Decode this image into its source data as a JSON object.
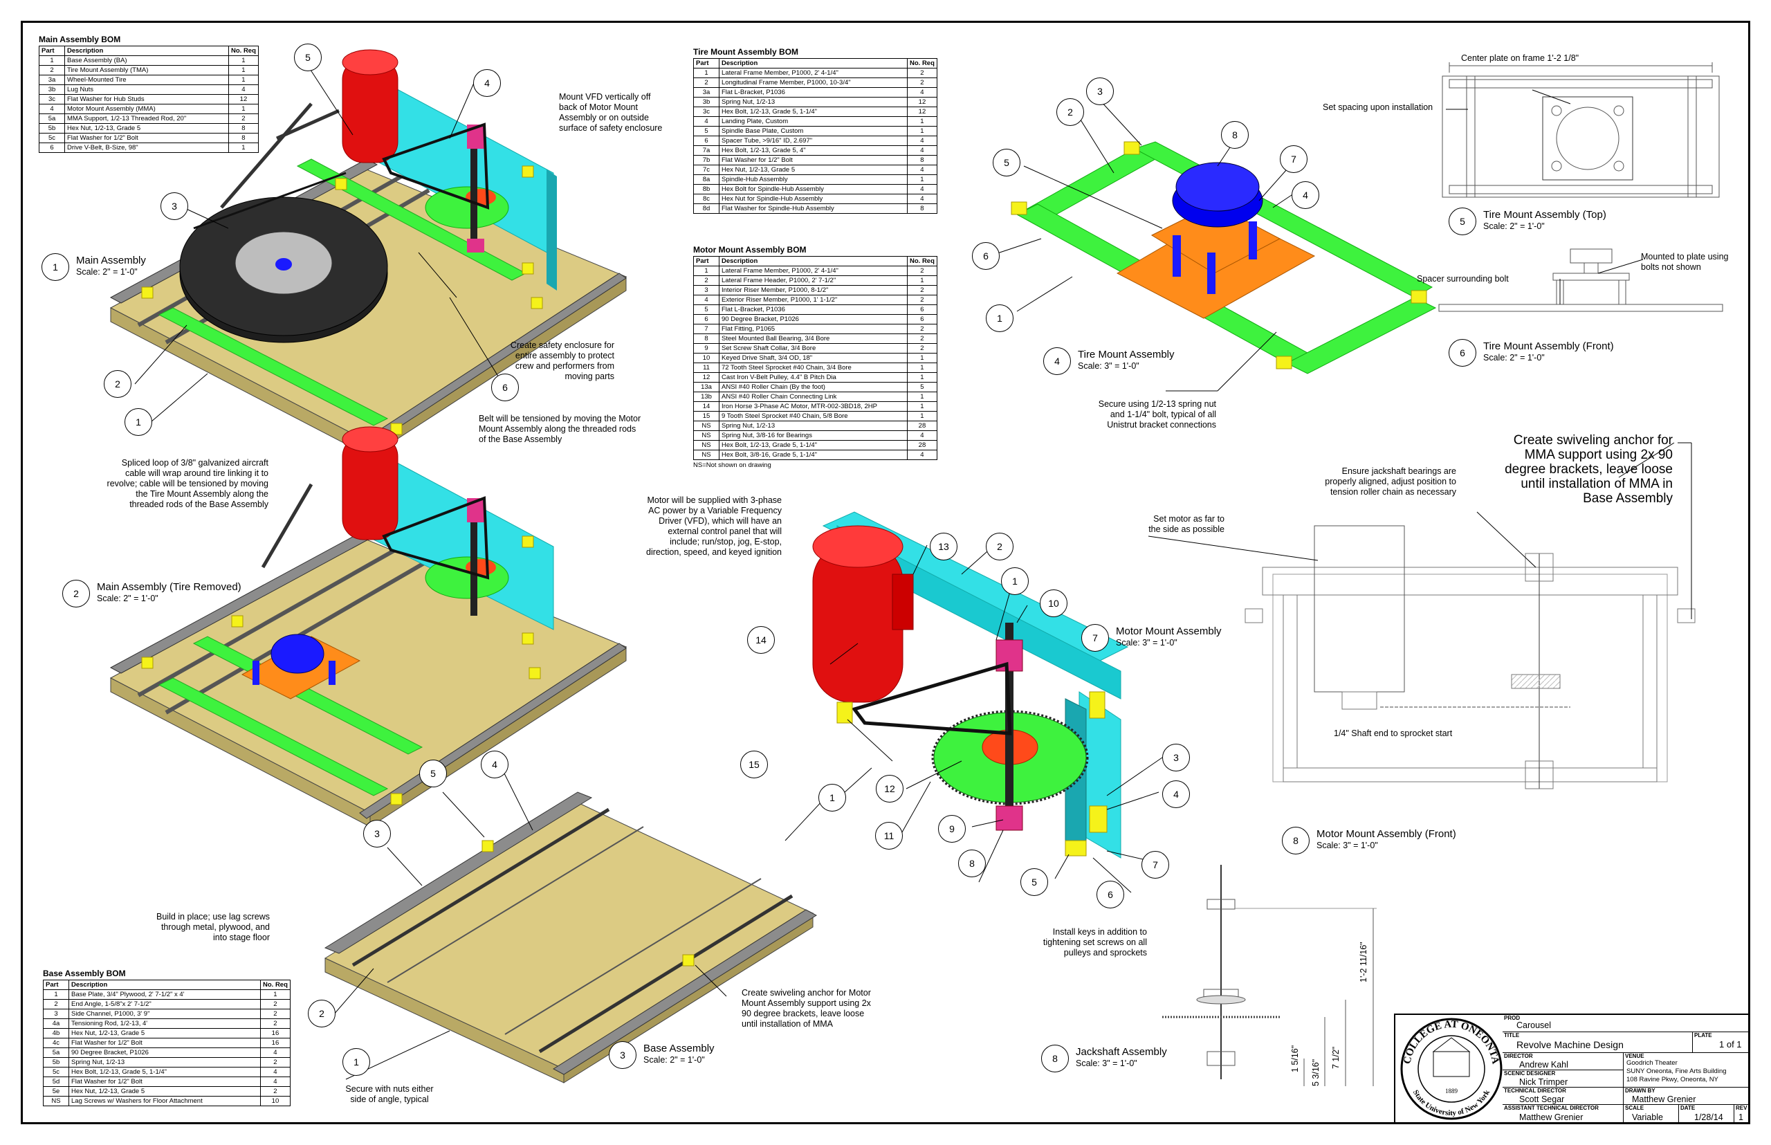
{
  "main_bom": {
    "title": "Main Assembly BOM",
    "headers": [
      "Part",
      "Description",
      "No. Req"
    ],
    "rows": [
      [
        "1",
        "Base Assembly (BA)",
        "1"
      ],
      [
        "2",
        "Tire Mount Assembly (TMA)",
        "1"
      ],
      [
        "3a",
        "Wheel-Mounted Tire",
        "1"
      ],
      [
        "3b",
        "Lug Nuts",
        "4"
      ],
      [
        "3c",
        "Flat Washer for Hub Studs",
        "12"
      ],
      [
        "4",
        "Motor Mount Assembly (MMA)",
        "1"
      ],
      [
        "5a",
        "MMA Support, 1/2-13 Threaded Rod, 20\"",
        "2"
      ],
      [
        "5b",
        "Hex Nut, 1/2-13, Grade 5",
        "8"
      ],
      [
        "5c",
        "Flat Washer for 1/2\" Bolt",
        "8"
      ],
      [
        "6",
        "Drive V-Belt, B-Size, 98\"",
        "1"
      ]
    ]
  },
  "tire_bom": {
    "title": "Tire Mount Assembly BOM",
    "headers": [
      "Part",
      "Description",
      "No. Req"
    ],
    "rows": [
      [
        "1",
        "Lateral Frame Member, P1000, 2' 4-1/4\"",
        "2"
      ],
      [
        "2",
        "Longitudinal Frame Member, P1000, 10-3/4\"",
        "2"
      ],
      [
        "3a",
        "Flat L-Bracket, P1036",
        "4"
      ],
      [
        "3b",
        "Spring Nut, 1/2-13",
        "12"
      ],
      [
        "3c",
        "Hex Bolt, 1/2-13, Grade 5, 1-1/4\"",
        "12"
      ],
      [
        "4",
        "Landing Plate, Custom",
        "1"
      ],
      [
        "5",
        "Spindle Base Plate, Custom",
        "1"
      ],
      [
        "6",
        "Spacer Tube, >9/16\" ID, 2.697\"",
        "4"
      ],
      [
        "7a",
        "Hex Bolt, 1/2-13, Grade 5, 4\"",
        "4"
      ],
      [
        "7b",
        "Flat Washer for 1/2\" Bolt",
        "8"
      ],
      [
        "7c",
        "Hex Nut, 1/2-13, Grade 5",
        "4"
      ],
      [
        "8a",
        "Spindle-Hub Assembly",
        "1"
      ],
      [
        "8b",
        "Hex Bolt for Spindle-Hub Assembly",
        "4"
      ],
      [
        "8c",
        "Hex Nut for Spindle-Hub Assembly",
        "4"
      ],
      [
        "8d",
        "Flat Washer for Spindle-Hub Assembly",
        "8"
      ]
    ]
  },
  "motor_bom": {
    "title": "Motor Mount Assembly BOM",
    "headers": [
      "Part",
      "Description",
      "No. Req"
    ],
    "rows": [
      [
        "1",
        "Lateral Frame Member, P1000, 2' 4-1/4\"",
        "2"
      ],
      [
        "2",
        "Lateral Frame Header, P1000, 2' 7-1/2\"",
        "1"
      ],
      [
        "3",
        "Interior Riser Member, P1000, 8-1/2\"",
        "2"
      ],
      [
        "4",
        "Exterior Riser Member, P1000, 1' 1-1/2\"",
        "2"
      ],
      [
        "5",
        "Flat L-Bracket, P1036",
        "6"
      ],
      [
        "6",
        "90 Degree Bracket, P1026",
        "6"
      ],
      [
        "7",
        "Flat Fitting, P1065",
        "2"
      ],
      [
        "8",
        "Steel Mounted Ball Bearing, 3/4 Bore",
        "2"
      ],
      [
        "9",
        "Set Screw Shaft Collar, 3/4 Bore",
        "2"
      ],
      [
        "10",
        "Keyed Drive Shaft, 3/4 OD, 18\"",
        "1"
      ],
      [
        "11",
        "72 Tooth Steel Sprocket #40 Chain, 3/4 Bore",
        "1"
      ],
      [
        "12",
        "Cast Iron V-Belt Pulley, 4.4\" B Pitch Dia",
        "1"
      ],
      [
        "13a",
        "ANSI #40 Roller Chain (By the foot)",
        "5"
      ],
      [
        "13b",
        "ANSI #40 Roller Chain Connecting Link",
        "1"
      ],
      [
        "14",
        "Iron Horse 3-Phase AC Motor, MTR-002-3BD18, 2HP",
        "1"
      ],
      [
        "15",
        "9 Tooth Steel Sprocket #40 Chain, 5/8 Bore",
        "1"
      ],
      [
        "NS",
        "Spring Nut, 1/2-13",
        "28"
      ],
      [
        "NS",
        "Spring Nut, 3/8-16 for Bearings",
        "4"
      ],
      [
        "NS",
        "Hex Bolt, 1/2-13, Grade 5, 1-1/4\"",
        "28"
      ],
      [
        "NS",
        "Hex Bolt, 3/8-16, Grade 5, 1-1/4\"",
        "4"
      ]
    ],
    "footnote": "NS=Not shown on drawing"
  },
  "base_bom": {
    "title": "Base Assembly BOM",
    "headers": [
      "Part",
      "Description",
      "No. Req"
    ],
    "rows": [
      [
        "1",
        "Base Plate, 3/4\" Plywood, 2' 7-1/2\" x 4'",
        "1"
      ],
      [
        "2",
        "End Angle, 1-5/8\"x 2' 7-1/2\"",
        "2"
      ],
      [
        "3",
        "Side Channel, P1000, 3' 9\"",
        "2"
      ],
      [
        "4a",
        "Tensioning Rod, 1/2-13, 4'",
        "2"
      ],
      [
        "4b",
        "Hex Nut, 1/2-13, Grade 5",
        "16"
      ],
      [
        "4c",
        "Flat Washer for 1/2\" Bolt",
        "16"
      ],
      [
        "5a",
        "90 Degree Bracket, P1026",
        "4"
      ],
      [
        "5b",
        "Spring Nut, 1/2-13",
        "2"
      ],
      [
        "5c",
        "Hex Bolt, 1/2-13, Grade 5, 1-1/4\"",
        "4"
      ],
      [
        "5d",
        "Flat Washer for 1/2\" Bolt",
        "4"
      ],
      [
        "5e",
        "Hex Nut, 1/2-13, Grade 5",
        "2"
      ],
      [
        "NS",
        "Lag Screws w/ Washers for Floor Attachment",
        "10"
      ]
    ]
  },
  "views": {
    "v1": {
      "num": "1",
      "title": "Main Assembly",
      "scale": "Scale: 2\" = 1'-0\""
    },
    "v2": {
      "num": "2",
      "title": "Main Assembly (Tire Removed)",
      "scale": "Scale: 2\" = 1'-0\""
    },
    "v3": {
      "num": "3",
      "title": "Base Assembly",
      "scale": "Scale: 2\" = 1'-0\""
    },
    "v4": {
      "num": "4",
      "title": "Tire Mount Assembly",
      "scale": "Scale: 3\" = 1'-0\""
    },
    "v5": {
      "num": "5",
      "title": "Tire Mount Assembly (Top)",
      "scale": "Scale: 2\" = 1'-0\""
    },
    "v6": {
      "num": "6",
      "title": "Tire Mount Assembly (Front)",
      "scale": "Scale: 2\" = 1'-0\""
    },
    "v7": {
      "num": "7",
      "title": "Motor Mount Assembly",
      "scale": "Scale: 3\" = 1'-0\""
    },
    "v8a": {
      "num": "8",
      "title": "Motor Mount Assembly (Front)",
      "scale": "Scale: 3\" = 1'-0\""
    },
    "v8b": {
      "num": "8",
      "title": "Jackshaft Assembly",
      "scale": "Scale: 3\" = 1'-0\""
    }
  },
  "notes": {
    "vfd": "Mount VFD vertically off\nback of Motor Mount\nAssembly or on outside\nsurface of safety enclosure",
    "enclosure": "Create safety enclosure for\nentire assembly to protect\ncrew and performers from\nmoving parts",
    "belt": "Belt will be tensioned by moving the Motor\nMount Assembly along the threaded rods\nof the Base Assembly",
    "cable": "Spliced loop of 3/8\" galvanized aircraft\ncable will wrap around tire linking it to\nrevolve; cable will be tensioned by moving\nthe Tire Mount Assembly along the\nthreaded rods of the Base Assembly",
    "motor_power": "Motor will be supplied with 3-phase\nAC power by a Variable Frequency\nDriver (VFD), which will have an\nexternal control panel that will\ninclude; run/stop, jog, E-stop,\ndirection, speed, and keyed ignition",
    "spring_nut": "Secure using 1/2-13 spring nut\nand 1-1/4\" bolt, typical of all\nUnistrut bracket connections",
    "center_plate": "Center plate on frame 1'-2 1/8\"",
    "spacing": "Set spacing upon installation",
    "spacer": "Spacer surrounding bolt",
    "mounted": "Mounted to plate using\nbolts not shown",
    "swivel_big": "Create swiveling anchor for\nMMA support using 2x 90\ndegree brackets, leave loose\nuntil installation of MMA in\nBase Assembly",
    "bearings": "Ensure jackshaft bearings are\nproperly aligned, adjust position to\ntension roller chain as necessary",
    "motor_far": "Set motor as far to\nthe side as possible",
    "shaft_end": "1/4\" Shaft end to sprocket start",
    "lag": "Build in place; use lag screws\nthrough metal, plywood, and\ninto stage floor",
    "swivel_small": "Create swiveling anchor for Motor\nMount Assembly support using 2x\n90 degree brackets, leave loose\nuntil installation of MMA",
    "nuts": "Secure with nuts either\nside of angle, typical",
    "keys": "Install keys in addition to\ntightening set screws on all\npulleys and sprockets"
  },
  "dims": {
    "d1": "1'-2 11/16\"",
    "d2": "7 1/2\"",
    "d3": "5 3/16\"",
    "d4": "1 5/16\""
  },
  "title_block": {
    "prod_label": "PROD",
    "prod": "Carousel",
    "title_label": "TITLE",
    "title": "Revolve Machine Design",
    "plate_label": "PLATE",
    "plate": "1 of 1",
    "director_label": "DIRECTOR",
    "director": "Andrew Kahl",
    "venue_label": "VENUE",
    "venue": "Goodrich Theater\nSUNY Oneonta, Fine Arts Building\n108 Ravine Pkwy, Oneonta, NY",
    "scenic_label": "SCENIC DESIGNER",
    "scenic": "Nick Trimper",
    "td_label": "TECHNICAL DIRECTOR",
    "td": "Scott Segar",
    "drawn_label": "DRAWN BY",
    "drawn": "Matthew Grenier",
    "atd_label": "ASSISTANT TECHNICAL DIRECTOR",
    "atd": "Matthew Grenier",
    "scale_label": "SCALE",
    "scale": "Variable",
    "date_label": "DATE",
    "date": "1/28/14",
    "rev_label": "REV",
    "rev": "1",
    "seal_top": "COLLEGE AT ONEONTA",
    "seal_bottom": "State University of New York",
    "seal_year": "1889"
  },
  "colors": {
    "cyan": "#33e0e6",
    "green": "#3ef23e",
    "yellow": "#f5f21a",
    "orange": "#ff8c1a",
    "blue": "#1a1aff",
    "red": "#e01010",
    "magenta": "#e0338a",
    "plywood": "#dccb83",
    "steel": "#8c8c8c",
    "tire": "#1e1e1e"
  }
}
